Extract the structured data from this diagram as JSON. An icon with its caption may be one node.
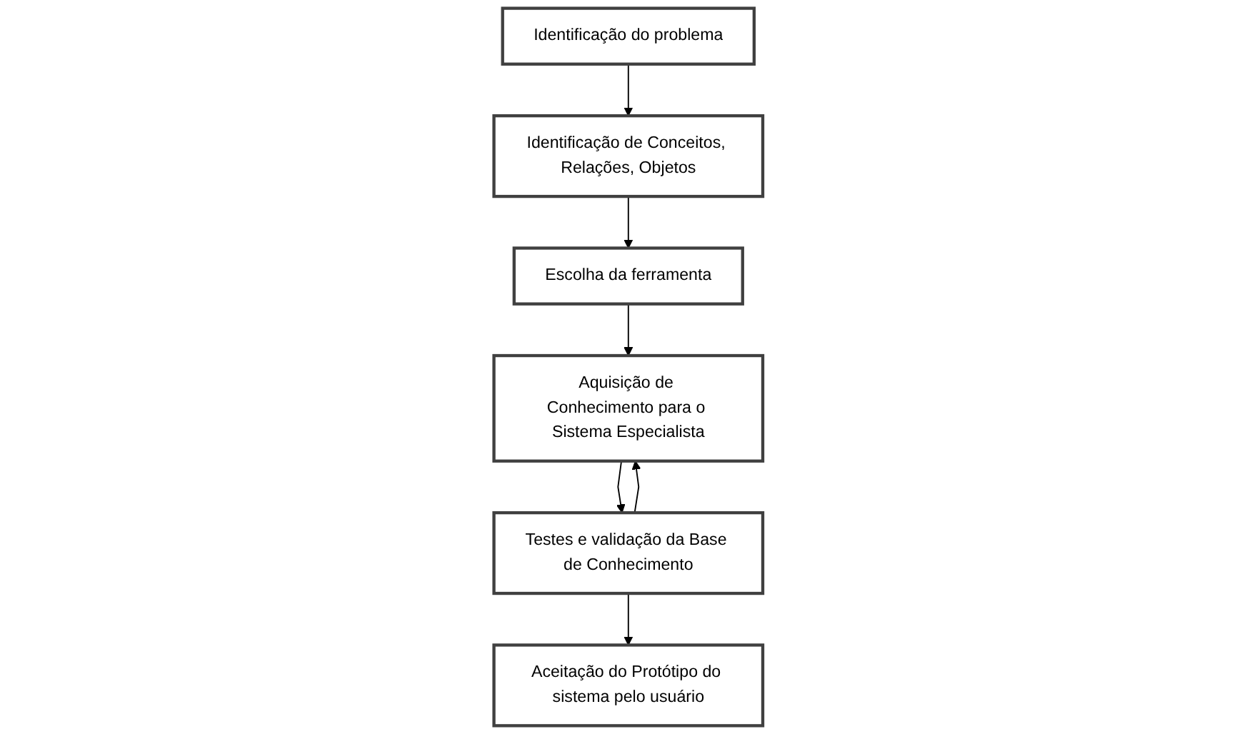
{
  "diagram": {
    "nodes": [
      {
        "text": [
          "Identificação do problema"
        ]
      },
      {
        "text": [
          "Identificação de Conceitos, Relações, Objetos"
        ]
      },
      {
        "text": [
          "Escolha da ferramenta"
        ]
      },
      {
        "text": [
          "Aquisição de Conhecimento para o Sistema Especialista"
        ]
      },
      {
        "text": [
          "Testes e validação da Base de Conhecimento"
        ]
      },
      {
        "text": [
          "Aceitação do Protótipo do sistema pelo usuário"
        ]
      }
    ],
    "edges": [
      {
        "from": 0,
        "to": 1,
        "arrow": "to"
      },
      {
        "from": 1,
        "to": 2,
        "arrow": "to"
      },
      {
        "from": 2,
        "to": 3,
        "arrow": "to"
      },
      {
        "from": 3,
        "to": 4,
        "arrow": "to"
      },
      {
        "from": 4,
        "to": 3,
        "arrow": "to"
      },
      {
        "from": 4,
        "to": 5,
        "arrow": "to"
      }
    ]
  }
}
